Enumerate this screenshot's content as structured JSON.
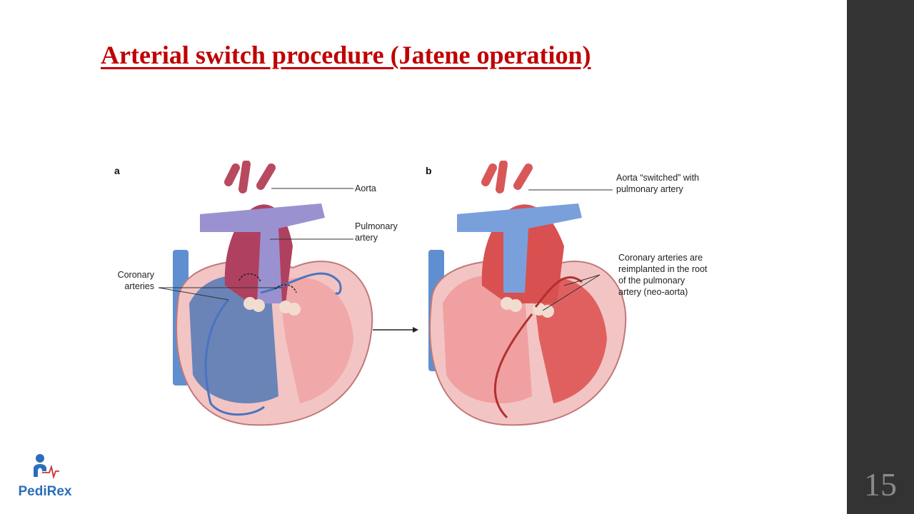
{
  "title": "Arterial switch procedure (Jatene operation)",
  "slide_number": "15",
  "figure": {
    "panel_a": {
      "label": "a",
      "aorta": "Aorta",
      "pulmonary_line1": "Pulmonary",
      "pulmonary_line2": "artery",
      "coronary_line1": "Coronary",
      "coronary_line2": "arteries"
    },
    "panel_b": {
      "label": "b",
      "switched_line1": "Aorta “switched” with",
      "switched_line2": "pulmonary artery",
      "reimplant_line1": "Coronary arteries are",
      "reimplant_line2": "reimplanted in the root",
      "reimplant_line3": "of the pulmonary",
      "reimplant_line4": "artery (neo-aorta)"
    }
  },
  "logo": {
    "text": "PediRex"
  },
  "colors": {
    "title": "#C00000",
    "sidebar": "#333333",
    "logo": "#2a6ebb"
  }
}
